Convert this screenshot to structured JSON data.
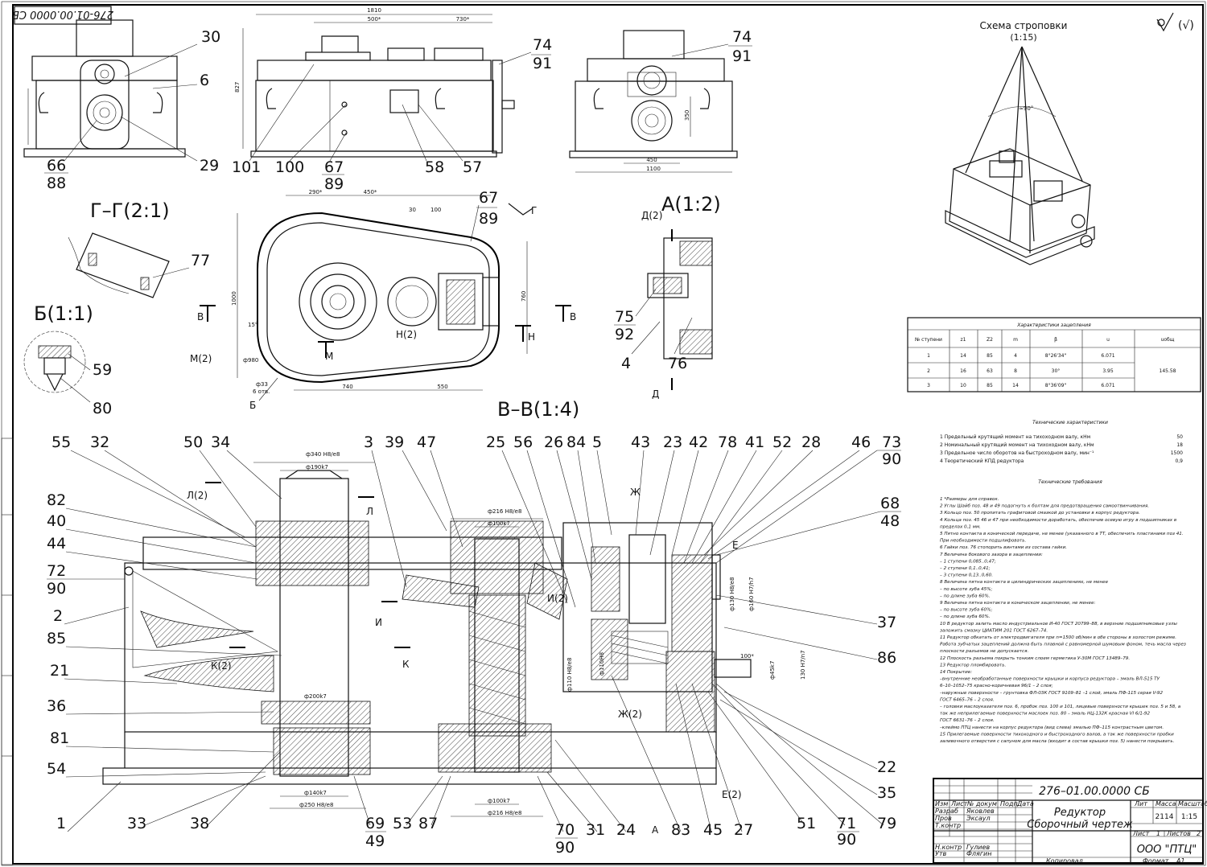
{
  "stamp": {
    "doc_code_rotated": "276-01.00.0000 СБ"
  },
  "roughness_sign": "(√)",
  "sling_scheme": {
    "title": "Схема строповки",
    "scale": "(1:15)",
    "angle": "≈90°"
  },
  "sections": {
    "gg": "Г–Г(2:1)",
    "bb": "Б(1:1)",
    "a": "А(1:2)",
    "vv": "В–В(1:4)"
  },
  "dimensions": {
    "top": [
      "1810",
      "500*",
      "730*",
      "827"
    ],
    "side": [
      "350",
      "450",
      "1100"
    ],
    "plan": [
      "290*",
      "450*",
      "30",
      "100",
      "1000",
      "760",
      "740",
      "550",
      "ф980",
      "ф33",
      "6 отв.",
      "15°"
    ],
    "section": [
      "ф340 H8/e8",
      "ф190k7",
      "ф216 H8/e8",
      "ф100k7",
      "ф200k7",
      "ф140k7",
      "ф250 H8/e8",
      "ф100k7",
      "ф216 H8/e8",
      "ф130 H8/e8",
      "ф160 H7/h7",
      "100*",
      "ф45k7",
      "ф110 H8/e8",
      "130 H7/n7",
      "ф110H8"
    ]
  },
  "callouts": {
    "top_left": [
      "30",
      "6",
      "66",
      "88",
      "29"
    ],
    "top_mid": [
      "74",
      "91",
      "101",
      "100",
      "67",
      "89",
      "58",
      "57"
    ],
    "top_right": [
      "74",
      "91"
    ],
    "gg": [
      "77"
    ],
    "bb": [
      "59",
      "80"
    ],
    "plan": [
      "67",
      "89",
      "Г",
      "В",
      "В",
      "М(2)",
      "М",
      "Н(2)",
      "Н",
      "Б"
    ],
    "a": [
      "Д(2)",
      "75",
      "92",
      "4",
      "76",
      "Д"
    ],
    "section_top": [
      "55",
      "32",
      "50",
      "34",
      "3",
      "39",
      "47",
      "25",
      "56",
      "26",
      "84",
      "5",
      "43",
      "23",
      "42",
      "78",
      "41",
      "52",
      "28",
      "46",
      "73",
      "90"
    ],
    "section_left": [
      "82",
      "40",
      "44",
      "72",
      "90",
      "2",
      "85",
      "21",
      "36",
      "81",
      "54",
      "1"
    ],
    "section_right": [
      "68",
      "48",
      "Е",
      "37",
      "86",
      "22",
      "35",
      "Е(2)"
    ],
    "section_bottom": [
      "33",
      "38",
      "69",
      "49",
      "53",
      "87",
      "70",
      "90",
      "31",
      "24",
      "А",
      "83",
      "45",
      "27",
      "51",
      "71",
      "90",
      "79"
    ],
    "section_inner": [
      "Л(2)",
      "Л",
      "И",
      "И(2)",
      "К(2)",
      "К",
      "Ж",
      "Ж(2)"
    ]
  },
  "gear_table": {
    "title": "Характеристики зацепления",
    "headers": [
      "№ ступени",
      "z1",
      "Z2",
      "m",
      "β",
      "u",
      "uобщ"
    ],
    "rows": [
      [
        "1",
        "14",
        "85",
        "4",
        "8°26'34\"",
        "6.071"
      ],
      [
        "2",
        "16",
        "63",
        "8",
        "30°",
        "3.95"
      ],
      [
        "3",
        "10",
        "85",
        "14",
        "8°36'09\"",
        "6.071"
      ]
    ],
    "u_total": "145.58"
  },
  "tech_chars": {
    "title": "Технические характеристики",
    "lines": [
      [
        "1  Предельный крутящий момент на тихоходном валу, кНм",
        "50"
      ],
      [
        "2  Номинальный крутящий момент на тихоходном валу, кНм",
        "18"
      ],
      [
        "3  Предельное число оборотов на быстроходном валу, мин⁻¹",
        "1500"
      ],
      [
        "4  Теоретический КПД редуктора",
        "0,9"
      ]
    ]
  },
  "tech_reqs": {
    "title": "Технические требования",
    "lines": [
      "1  *Размеры для справок.",
      "2  Углы Шайб поз. 48 и 49 подогнуть к болтам для предотвращения самоотвинчивания.",
      "3  Кольцо поз. 50 пропитать графитовой смазкой до установки в корпус редуктора.",
      "4  Кольца поз. 45 46 и 47 при необходимости доработать, обеспечив осевую игру в подшипниках в",
      "пределах 0,1 мм.",
      "5  Пятно контакта в конической передаче, не менее (указанного в ТТ, обеспечить пластинами поз 41.",
      "При необходимости подшлифовать.",
      "6  Гайки поз. 76 стопорить винтами из состава гайки.",
      "7  Величина бокового зазора в зацеплении:",
      "– 1 ступени 0,085..0,47;",
      "– 2 ступени 0,1..0,41;",
      "– 3 ступени 0,13..0,60.",
      "8  Величина пятна контакта в цилиндрических зацеплениях, не менее",
      "– по высоте зуба 45%;",
      "– по длине зуба 60%.",
      "9  Величина пятна контакта в коническом зацеплении, не менее:",
      "– по высоте зуба 60%;",
      "– по длине зуба 60%.",
      "10  В редуктор залить масло индустриальное И-40 ГОСТ 20799–88, в  верхние подшипниковые узлы",
      "заложить смазку ЦИАТИМ 201 ГОСТ 6267–74.",
      "11  Редуктор обкатать от электродвигателя при n=1500 об/мин в обе стороны в холостом режиме.",
      "Работа зубчатых зацеплений должна быть плавной с равномерной шумовым фоном, течь масла через",
      "плоскости разъемов не допускается.",
      "12  Плоскость разъема покрыть тонким слоем герметика У-30М ГОСТ 13489–79.",
      "13  Редуктор пломбировать.",
      "14  Покрытие:",
      "–внутренние необработанные поверхности крышки и корпуса редуктора – эмаль ВЛ-515 ТУ",
      "6–10–1052–75 красно-коричневая 96/1 – 2 слоя;",
      "–наружные поверхности – грунтовка ФЛ-03К ГОСТ 9109–81 –1 слой, эмаль ПФ-115 серая V-92",
      "ГОСТ 6465–76 – 2 слоя.",
      "– головки маслоуказателя поз. 6, пробок поз. 100 и 101, лицевые поверхности крышек поз. 5 и 58, а",
      "так же неприлегаемые поверхности маслоек поз. 80 – эмаль НЦ-132К красная VI 6/1-92",
      "ГОСТ 6631–76 – 2 слоя.",
      "–клеймо ПТЦ нанести на корпус редуктора (вид слева) эмалью ПФ–115 контрастным цветом.",
      "15  Прилегаемые поверхности тихоходного и быстроходного валов, а так же поверхности пробки",
      "заливочного отверстия с сапуном для масла (входит в состав крышки поз. 5) нанести покрывать."
    ]
  },
  "title_block": {
    "doc_code": "276–01.00.0000 СБ",
    "name_line1": "Редуктор",
    "name_line2": "Сборочный чертеж",
    "col_headers": [
      "Изм",
      "Лист",
      "№ докум",
      "Подп.",
      "Дата"
    ],
    "roles": [
      [
        "Разраб",
        "Яковлев"
      ],
      [
        "Пров",
        "Эксаул"
      ],
      [
        "Т.контр",
        ""
      ],
      [
        "",
        ""
      ],
      [
        "Н.контр",
        "Гулиев"
      ],
      [
        "Утв",
        "Флягин"
      ]
    ],
    "lit_label": "Лит",
    "mass_label": "Масса",
    "scale_label": "Масштаб",
    "mass": "2114",
    "scale": "1:15",
    "sheet_label": "Лист",
    "sheet": "1",
    "sheets_label": "Листов",
    "sheets": "2",
    "org": "ООО \"ПТЦ\"",
    "copied": "Копировал",
    "format_label": "Формат",
    "format": "A1"
  }
}
